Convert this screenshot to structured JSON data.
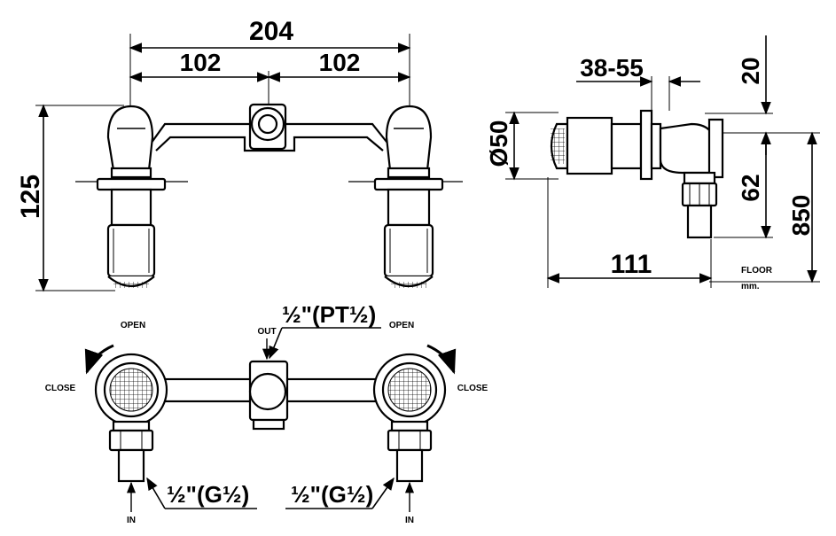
{
  "front_view": {
    "overall_width": "204",
    "half_width_left": "102",
    "half_width_right": "102",
    "height": "125"
  },
  "side_view": {
    "wall_range": "38-55",
    "diameter": "Ø50",
    "depth": "111",
    "top_offset": "20",
    "outlet_drop": "62",
    "floor_height": "850",
    "floor_label": "FLOOR",
    "unit_label": "mm."
  },
  "top_view": {
    "outlet_label": "OUT",
    "outlet_thread": "½\"(PT½)",
    "open_label_left": "OPEN",
    "open_label_right": "OPEN",
    "close_label_left": "CLOSE",
    "close_label_right": "CLOSE",
    "inlet_label_left": "IN",
    "inlet_label_right": "IN",
    "inlet_thread_left": "½\"(G½)",
    "inlet_thread_right": "½\"(G½)"
  }
}
